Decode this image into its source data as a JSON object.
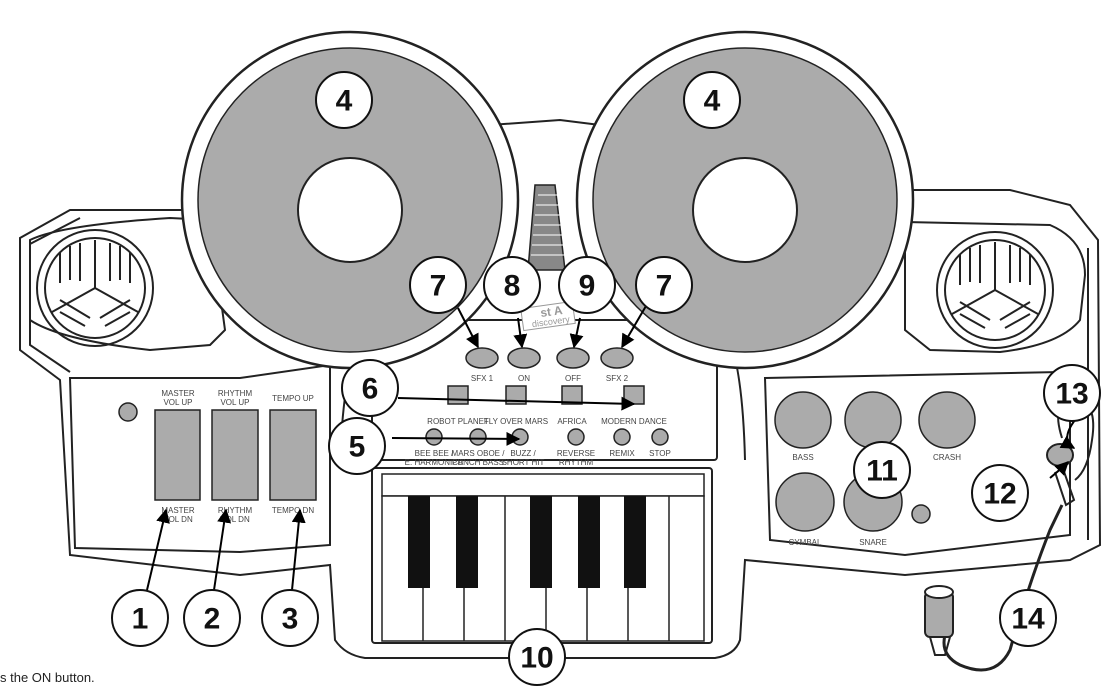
{
  "footer_text": "s the ON button.",
  "callouts": [
    "4",
    "4",
    "7",
    "8",
    "9",
    "7",
    "6",
    "5",
    "13",
    "11",
    "12",
    "1",
    "2",
    "3",
    "14",
    "10"
  ],
  "left_panel": {
    "master_up": [
      "MASTER",
      "VOL UP"
    ],
    "master_dn": [
      "MASTER",
      "VOL DN"
    ],
    "rhythm_up": [
      "RHYTHM",
      "VOL UP"
    ],
    "rhythm_dn": [
      "RHYTHM",
      "VOL DN"
    ],
    "tempo_up": "TEMPO UP",
    "tempo_dn": "TEMPO DN"
  },
  "center_panel": {
    "logo": [
      "st A",
      "discovery"
    ],
    "sfx1": "SFX 1",
    "on": "ON",
    "off": "OFF",
    "sfx2": "SFX 2",
    "songs": [
      "ROBOT PLANET",
      "FLY OVER MARS",
      "AFRICA",
      "MODERN DANCE"
    ],
    "sounds_row1": [
      "BEE BEE /",
      "MARS OBOE /",
      "BUZZ /",
      "REVERSE",
      "REMIX",
      "STOP"
    ],
    "sounds_row2": [
      "E. HARMONICA",
      "PUNCH BASS",
      "SHORT HIT",
      "RHYTHM",
      "",
      ""
    ]
  },
  "drum_pads": {
    "bass": "BASS",
    "crash": "CRASH",
    "cymbal": "CYMBAL",
    "snare": "SNARE"
  }
}
